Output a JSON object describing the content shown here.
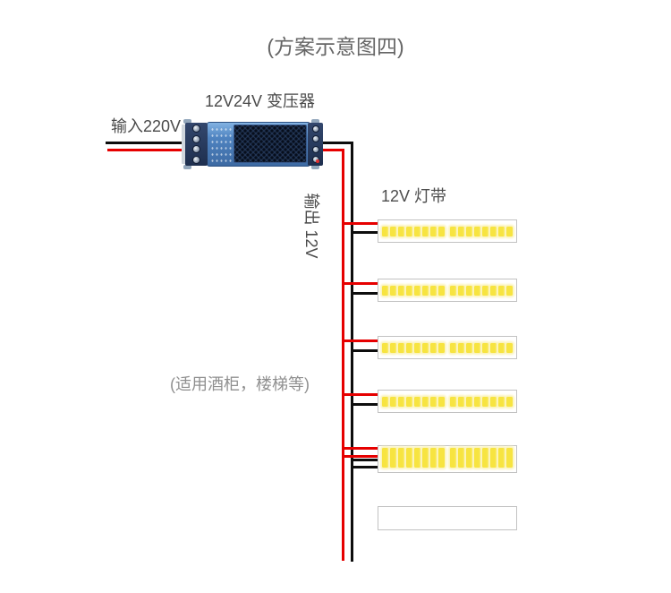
{
  "title": "(方案示意图四)",
  "labels": {
    "transformer": "12V24V 变压器",
    "input_voltage": "输入220V",
    "output_voltage": "输出 12V",
    "strip": "12V 灯带",
    "usage_note": "(适用酒柜，楼梯等)"
  },
  "colors": {
    "wire_red": "#e60000",
    "wire_black": "#0d0d0d",
    "led_yellow": "#f7e440",
    "led_glow": "#fbf3b8",
    "strip_border": "#c2c2c2",
    "transformer_body_blue": "#4f83c0",
    "terminal_navy": "#1e2f4f"
  },
  "strips": [
    {
      "style": "smd",
      "leds": 16
    },
    {
      "style": "smd",
      "leds": 16
    },
    {
      "style": "smd",
      "leds": 16
    },
    {
      "style": "smd",
      "leds": 16
    },
    {
      "style": "cob",
      "leds": 16
    },
    {
      "style": "empty",
      "leds": 0
    }
  ]
}
